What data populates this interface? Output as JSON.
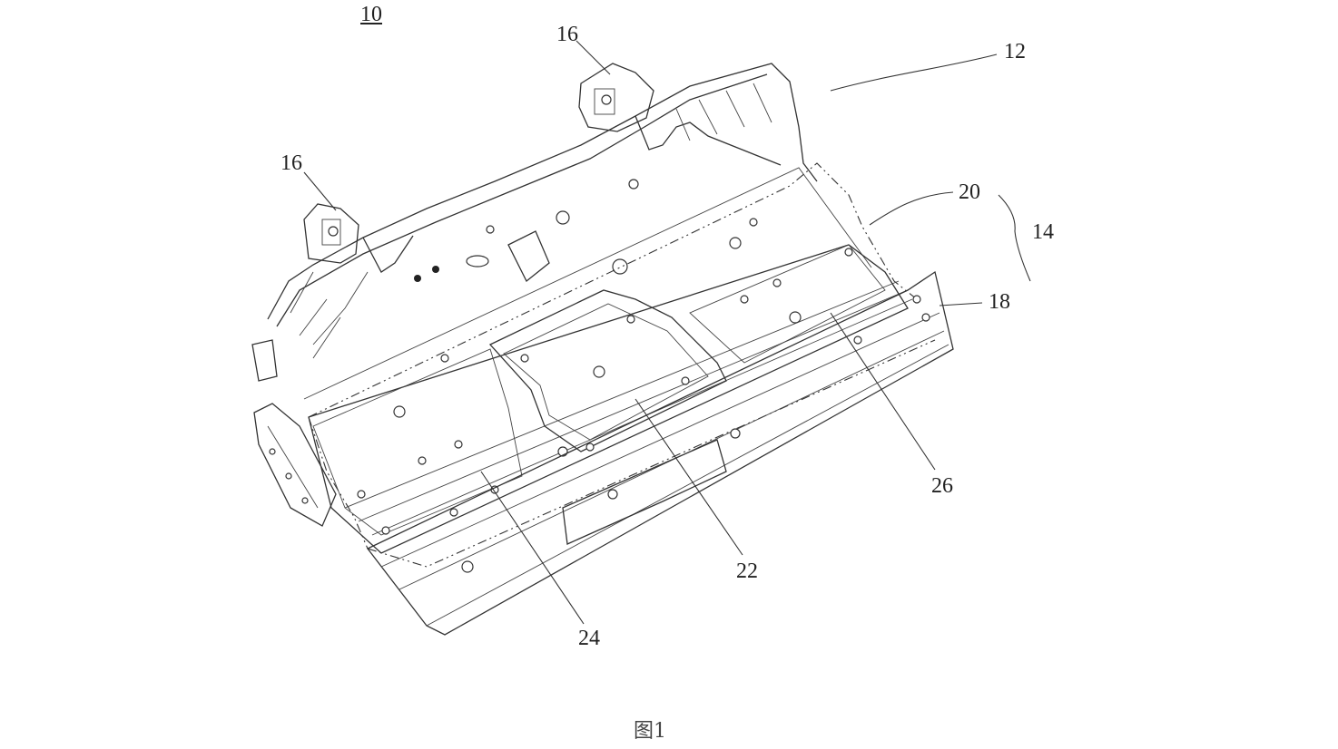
{
  "figure": {
    "ref_main": "10",
    "caption": "图1",
    "labels": {
      "l12": "12",
      "l14": "14",
      "l16a": "16",
      "l16b": "16",
      "l18": "18",
      "l20": "20",
      "l22": "22",
      "l24": "24",
      "l26": "26"
    }
  }
}
